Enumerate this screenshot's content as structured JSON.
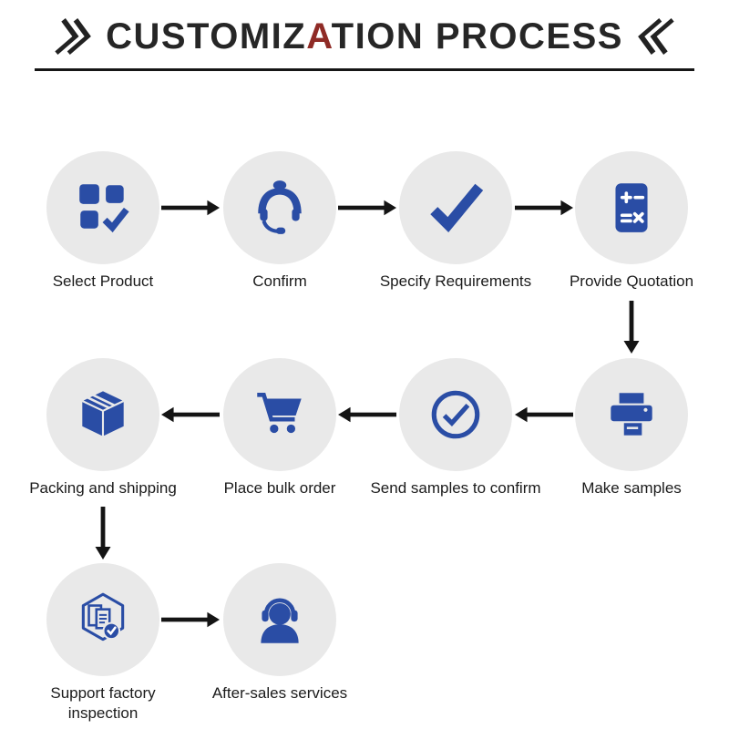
{
  "title": {
    "pre": "CUSTOMIZ",
    "accent": "A",
    "post": "TION PROCESS"
  },
  "colors": {
    "icon_blue": "#2a4da5",
    "circle_bg": "#e9e9e9",
    "arrow_black": "#141414",
    "title_accent_red": "#8f2b26"
  },
  "steps": [
    {
      "label": "Select Product",
      "icon": "product-grid-check-icon"
    },
    {
      "label": "Confirm",
      "icon": "customer-service-icon"
    },
    {
      "label": "Specify Requirements",
      "icon": "bold-checkmark-icon"
    },
    {
      "label": "Provide Quotation",
      "icon": "calculator-icon"
    },
    {
      "label": "Make samples",
      "icon": "printer-icon"
    },
    {
      "label": "Send samples to confirm",
      "icon": "circle-check-icon"
    },
    {
      "label": "Place bulk order",
      "icon": "shopping-cart-icon"
    },
    {
      "label": "Packing and shipping",
      "icon": "package-box-icon"
    },
    {
      "label": "Support factory inspection",
      "icon": "factory-inspection-icon"
    },
    {
      "label": "After-sales services",
      "icon": "headset-person-icon"
    }
  ]
}
